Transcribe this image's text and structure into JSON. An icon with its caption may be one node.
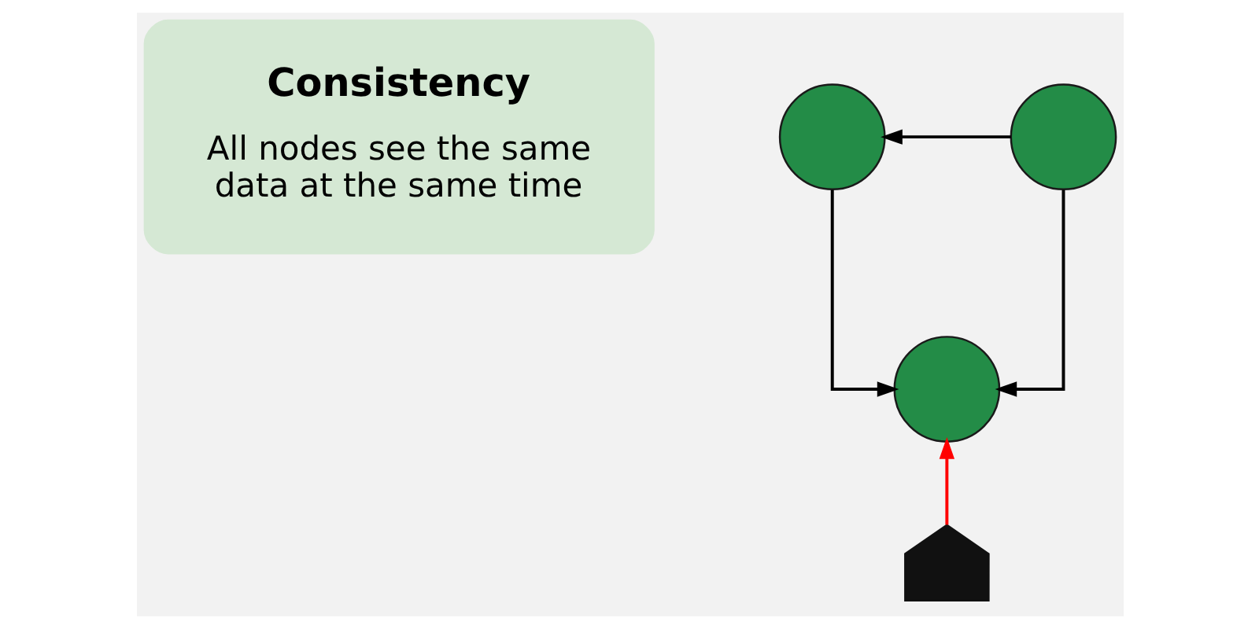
{
  "diagram": {
    "nodes": [
      {
        "text": [
          "Consistency",
          "All nodes see the same data at the same time"
        ]
      },
      {
        "text": [],
        "shape": "circle"
      },
      {
        "text": [],
        "shape": "circle"
      },
      {
        "text": [],
        "shape": "circle"
      },
      {
        "text": [],
        "shape": "person"
      }
    ],
    "edges": [
      {
        "from": 2,
        "to": 1,
        "arrow": "to"
      },
      {
        "from": 1,
        "to": 3,
        "arrow": "to"
      },
      {
        "from": 2,
        "to": 3,
        "arrow": "to"
      },
      {
        "from": 4,
        "to": 3,
        "arrow": "to",
        "color": "#ff0000"
      }
    ]
  }
}
